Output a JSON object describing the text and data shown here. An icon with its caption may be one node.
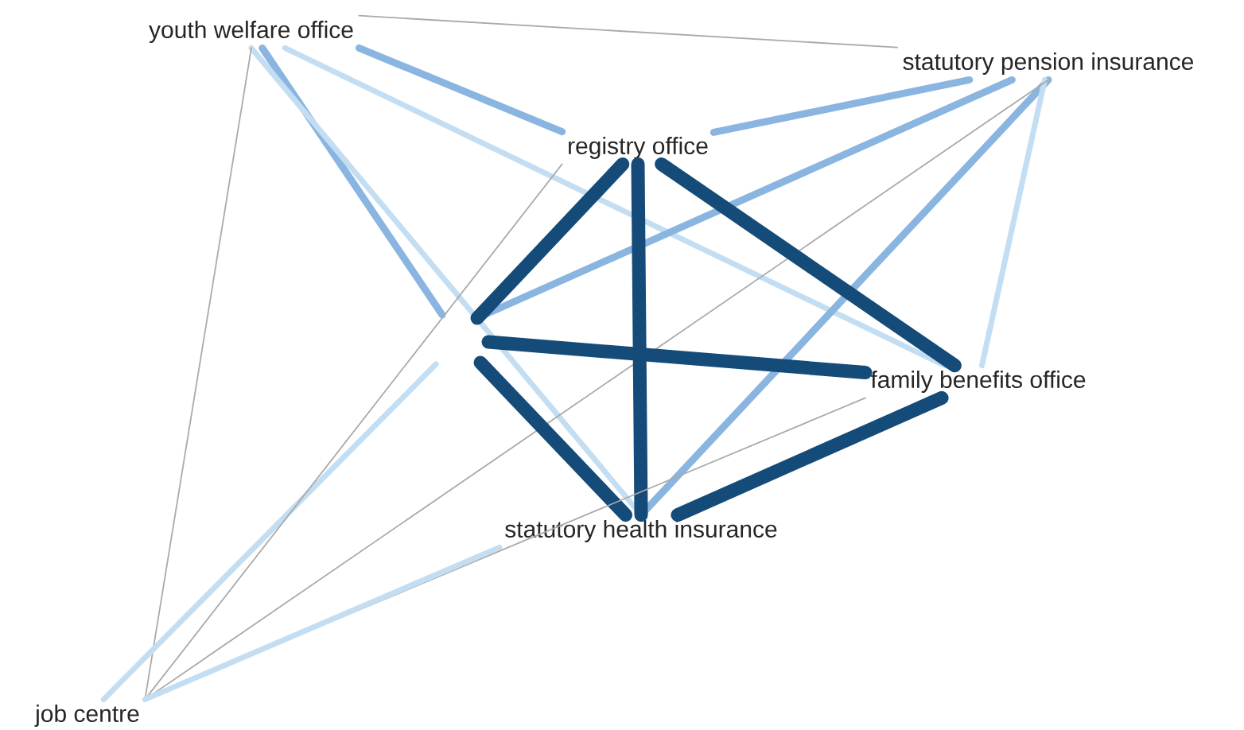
{
  "diagram": {
    "nodes": [
      {
        "text": [
          "youth welfare office"
        ]
      },
      {
        "text": [
          "statutory pension insurance"
        ]
      },
      {
        "text": [
          "registry office"
        ]
      },
      {
        "text": [
          "family benefits office"
        ]
      },
      {
        "text": [
          "statutory health insurance"
        ]
      },
      {
        "text": [
          "job centre"
        ]
      }
    ],
    "edges": [
      {
        "from": 0,
        "to": 1,
        "arrow": "none",
        "color": "#aaaaaa"
      },
      {
        "from": 0,
        "to": 2,
        "arrow": "none",
        "color": "#8ab5e0"
      },
      {
        "from": 0,
        "to": null,
        "arrow": "none",
        "color": "#8ab5e0"
      },
      {
        "from": 0,
        "to": 4,
        "arrow": "none",
        "color": "#c3def3"
      },
      {
        "from": 0,
        "to": 3,
        "arrow": "none",
        "color": "#c3def3"
      },
      {
        "from": 0,
        "to": 5,
        "arrow": "none",
        "color": "#aaaaaa"
      },
      {
        "from": 1,
        "to": 2,
        "arrow": "none",
        "color": "#8ab5e0"
      },
      {
        "from": 1,
        "to": null,
        "arrow": "none",
        "color": "#8ab5e0"
      },
      {
        "from": 1,
        "to": 4,
        "arrow": "none",
        "color": "#8ab5e0"
      },
      {
        "from": 1,
        "to": 3,
        "arrow": "none",
        "color": "#c3def3"
      },
      {
        "from": 1,
        "to": 5,
        "arrow": "none",
        "color": "#aaaaaa"
      },
      {
        "from": 2,
        "to": null,
        "arrow": "none",
        "style": "thick",
        "color": "#154b78"
      },
      {
        "from": 2,
        "to": 4,
        "arrow": "none",
        "style": "thick",
        "color": "#154b78"
      },
      {
        "from": 2,
        "to": 3,
        "arrow": "none",
        "style": "thick",
        "color": "#154b78"
      },
      {
        "from": null,
        "to": 3,
        "arrow": "none",
        "style": "thick",
        "color": "#154b78"
      },
      {
        "from": null,
        "to": 4,
        "arrow": "none",
        "style": "thick",
        "color": "#154b78"
      },
      {
        "from": 3,
        "to": 4,
        "arrow": "none",
        "style": "thick",
        "color": "#154b78"
      },
      {
        "from": 5,
        "to": null,
        "arrow": "none",
        "color": "#c3def3"
      },
      {
        "from": 5,
        "to": 2,
        "arrow": "none",
        "color": "#aaaaaa"
      },
      {
        "from": 5,
        "to": 3,
        "arrow": "none",
        "color": "#aaaaaa"
      },
      {
        "from": 5,
        "to": 4,
        "arrow": "none",
        "color": "#c3def3"
      }
    ]
  }
}
